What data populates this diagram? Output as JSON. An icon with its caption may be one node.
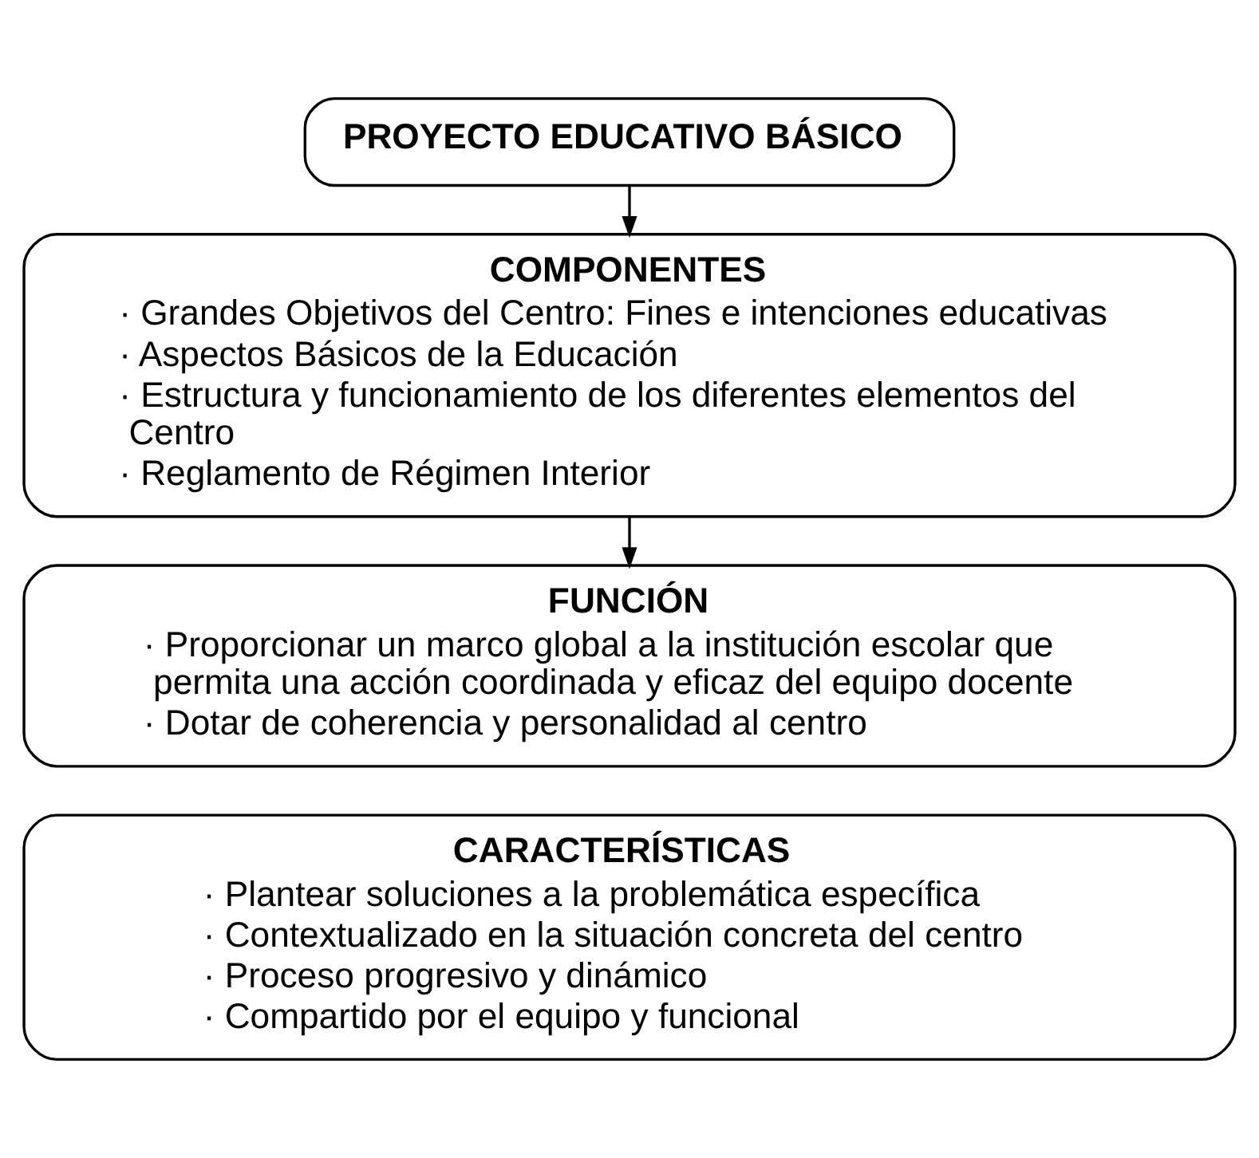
{
  "diagram": {
    "nodes": [
      {
        "text": [
          "PROYECTO EDUCATIVO BÁSICO"
        ]
      },
      {
        "text": [
          "COMPONENTES",
          "· Grandes Objetivos del Centro: Fines e intenciones educativas",
          "· Aspectos Básicos de la Educación",
          "· Estructura y funcionamiento de los diferentes elementos del Centro",
          "· Reglamento de Régimen Interior"
        ]
      },
      {
        "text": [
          "FUNCIÓN",
          "· Proporcionar un marco global a la institución escolar que permita una acción coordinada y eficaz del equipo docente",
          "· Dotar de coherencia y personalidad al centro"
        ]
      },
      {
        "text": [
          "CARACTERÍSTICAS",
          "· Plantear soluciones a la problemática específica",
          "· Contextualizado en la situación concreta del centro",
          "· Proceso progresivo y dinámico",
          "· Compartido por el equipo y funcional"
        ]
      }
    ],
    "edges": [
      {
        "from": 0,
        "to": 1,
        "arrow": "to"
      },
      {
        "from": 1,
        "to": 2,
        "arrow": "to"
      }
    ]
  }
}
